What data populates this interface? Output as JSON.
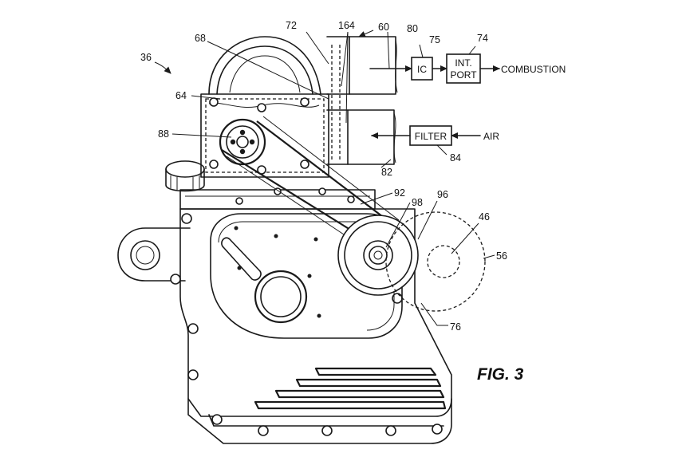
{
  "figure": {
    "caption": "FIG. 3"
  },
  "blocks": {
    "ic": "IC",
    "int_port_line1": "INT.",
    "int_port_line2": "PORT",
    "filter": "FILTER"
  },
  "flow_labels": {
    "combustion": "COMBUSTION",
    "air": "AIR"
  },
  "reference_numerals": {
    "n36": "36",
    "n60": "60",
    "n164": "164",
    "n72": "72",
    "n80": "80",
    "n75": "75",
    "n74": "74",
    "n68": "68",
    "n64": "64",
    "n88": "88",
    "n84": "84",
    "n82": "82",
    "n92": "92",
    "n98": "98",
    "n96": "96",
    "n46": "46",
    "n56": "56",
    "n76": "76"
  }
}
